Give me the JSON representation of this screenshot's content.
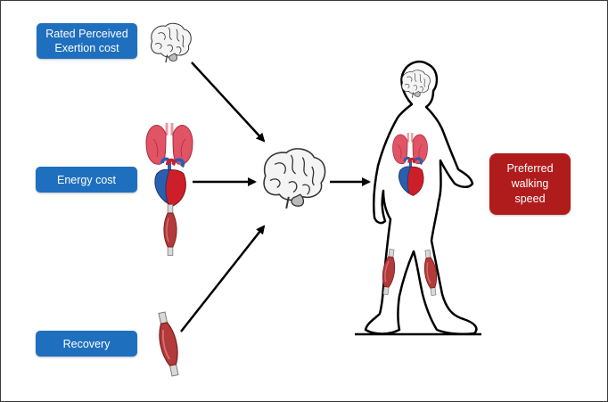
{
  "labels": {
    "rpe_line1": "Rated Perceived",
    "rpe_line2": "Exertion cost",
    "energy": "Energy cost",
    "recovery": "Recovery",
    "pws_line1": "Preferred",
    "pws_line2": "walking",
    "pws_line3": "speed"
  },
  "colors": {
    "input_box": "#1f6fbf",
    "output_box": "#b01c1c",
    "arrow": "#000000",
    "lung": "#d9465c",
    "heart_red": "#cc1f2a",
    "heart_blue": "#2a5fb0",
    "muscle": "#b23a3a"
  },
  "icons": [
    "brain-icon",
    "lungs-icon",
    "heart-icon",
    "muscle-icon",
    "walking-person-silhouette"
  ]
}
